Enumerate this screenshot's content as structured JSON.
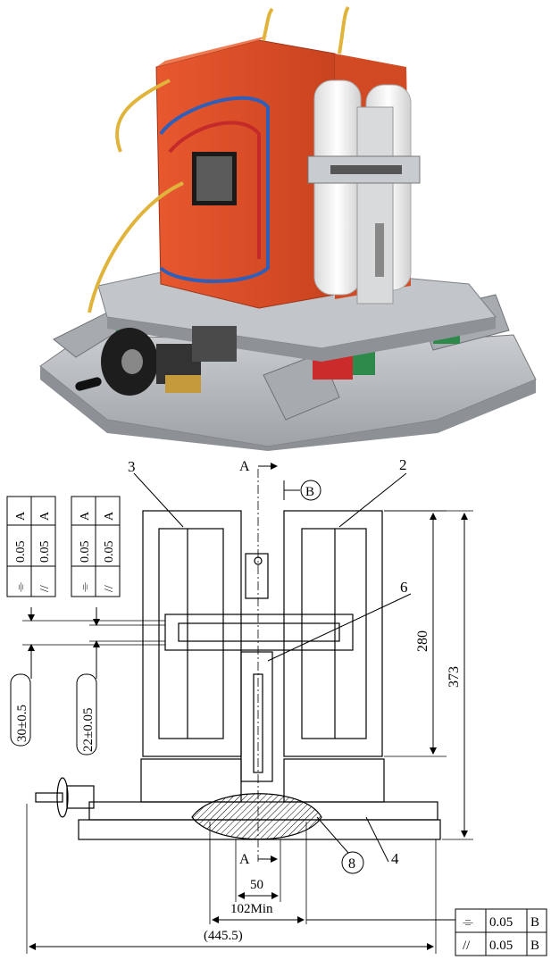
{
  "drawing": {
    "labels": {
      "part2": "2",
      "part3": "3",
      "part4": "4",
      "part6": "6",
      "part8": "8",
      "datumB": "B",
      "sectionTop": "A",
      "sectionBottom": "A"
    },
    "dimensions": {
      "height_280": "280",
      "height_373": "373",
      "dim_30": "30±0.5",
      "dim_22": "22±0.05",
      "dim_50": "50",
      "dim_102": "102Min",
      "dim_445": "(445.5)"
    },
    "tolerances": {
      "left_block": {
        "row1": {
          "symbol": "⌯",
          "value": "0.05",
          "datum": "A"
        },
        "row2": {
          "symbol": "//",
          "value": "0.05",
          "datum": "A"
        }
      },
      "mid_block": {
        "row1": {
          "symbol": "⌯",
          "value": "0.05",
          "datum": "A"
        },
        "row2": {
          "symbol": "//",
          "value": "0.05",
          "datum": "A"
        }
      },
      "bottom_block": {
        "row1": {
          "symbol": "⌯",
          "value": "0.05",
          "datum": "B"
        },
        "row2": {
          "symbol": "//",
          "value": "0.05",
          "datum": "B"
        }
      }
    }
  },
  "colors": {
    "coil_orange": "#e0502a",
    "aluminum": "#b9bcc0",
    "rail_green": "#2d8a4a",
    "wire_yellow": "#e0b43a",
    "wire_blue": "#2f5fb8"
  }
}
